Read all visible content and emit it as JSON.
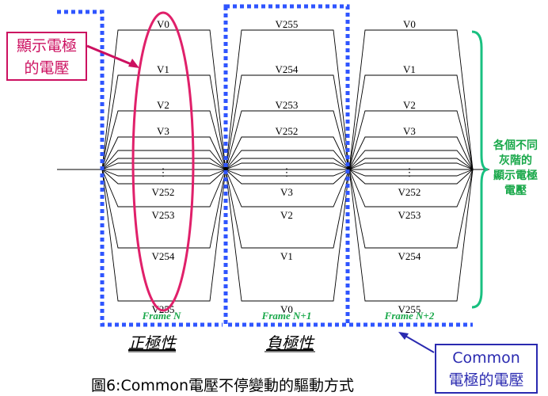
{
  "frames": [
    {
      "label": "Frame N",
      "levels": [
        "V0",
        "V1",
        "V2",
        "V3",
        "V252",
        "V253",
        "V254",
        "V255"
      ]
    },
    {
      "label": "Frame N+1",
      "levels": [
        "V255",
        "V254",
        "V253",
        "V252",
        "V3",
        "V2",
        "V1",
        "V0"
      ]
    },
    {
      "label": "Frame N+2",
      "levels": [
        "V0",
        "V1",
        "V2",
        "V3",
        "V252",
        "V253",
        "V254",
        "V255"
      ]
    }
  ],
  "ellipsis": "⋮",
  "polarity": {
    "positive": "正極性",
    "negative": "負極性"
  },
  "callout_pixel": [
    "顯示電極",
    "的電壓"
  ],
  "callout_common": [
    "Common",
    "電極的電壓"
  ],
  "green_text": [
    "各個不同",
    "灰階的",
    "顯示電極",
    "電壓"
  ],
  "caption": "圖6:Common電壓不停變動的驅動方式",
  "colors": {
    "pixel_callout": "#cc1060",
    "common_callout": "#2a2ab0",
    "dotted_box": "#2f55ff",
    "green": "#19a84a"
  }
}
